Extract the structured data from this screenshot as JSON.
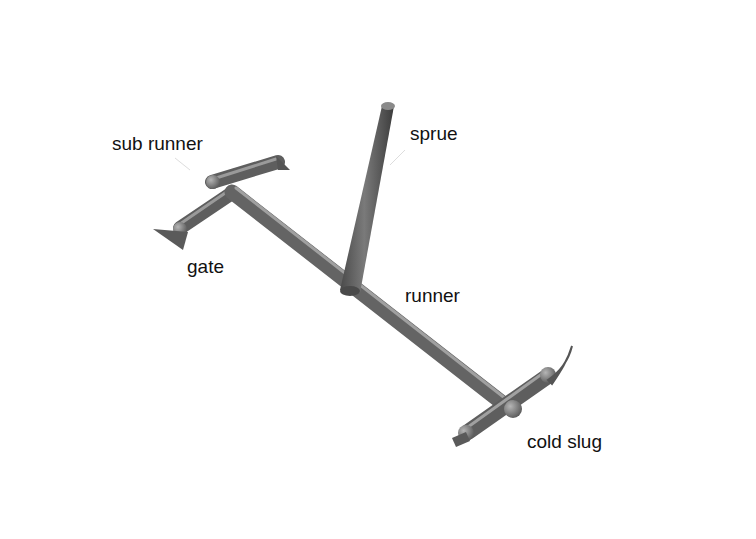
{
  "diagram": {
    "labels": [
      "sub runner",
      "sprue",
      "gate",
      "runner",
      "cold slug"
    ]
  }
}
